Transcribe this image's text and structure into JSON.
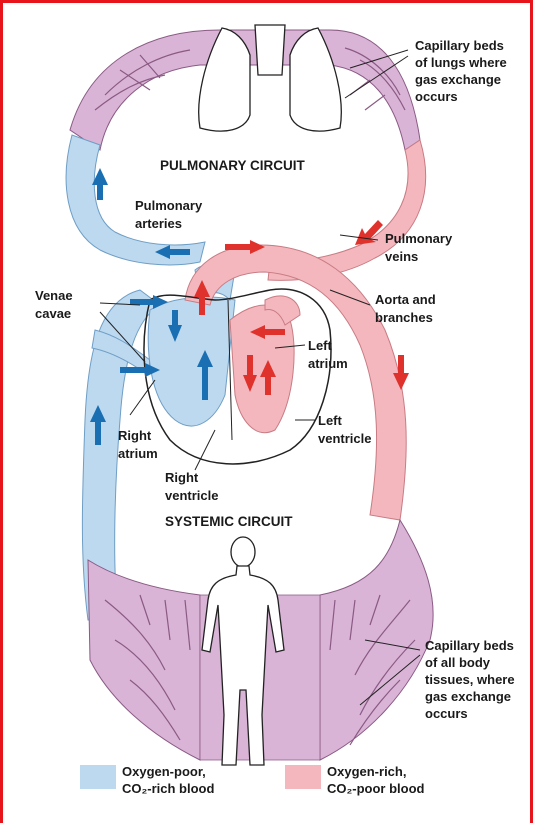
{
  "labels": {
    "capillary_lungs": [
      "Capillary beds",
      "of lungs where",
      "gas exchange",
      "occurs"
    ],
    "pulmonary_circuit": "PULMONARY CIRCUIT",
    "pulmonary_arteries": [
      "Pulmonary",
      "arteries"
    ],
    "pulmonary_veins": [
      "Pulmonary",
      "veins"
    ],
    "venae_cavae": [
      "Venae",
      "cavae"
    ],
    "aorta": [
      "Aorta and",
      "branches"
    ],
    "left_atrium": [
      "Left",
      "atrium"
    ],
    "left_ventricle": [
      "Left",
      "ventricle"
    ],
    "right_atrium": [
      "Right",
      "atrium"
    ],
    "right_ventricle": [
      "Right",
      "ventricle"
    ],
    "systemic_circuit": "SYSTEMIC CIRCUIT",
    "capillary_body": [
      "Capillary beds",
      "of all body",
      "tissues, where",
      "gas exchange",
      "occurs"
    ]
  },
  "legend": {
    "oxygen_poor": [
      "Oxygen-poor,",
      "CO₂-rich blood"
    ],
    "oxygen_rich": [
      "Oxygen-rich,",
      "CO₂-poor blood"
    ]
  },
  "colors": {
    "oxygen_poor": "#bcd9f0",
    "oxygen_rich": "#f4b7bd",
    "capillary": "#d9b4d6",
    "arrow_blue": "#1a6fb3",
    "arrow_red": "#e0322c",
    "frame": "#e8141c"
  }
}
